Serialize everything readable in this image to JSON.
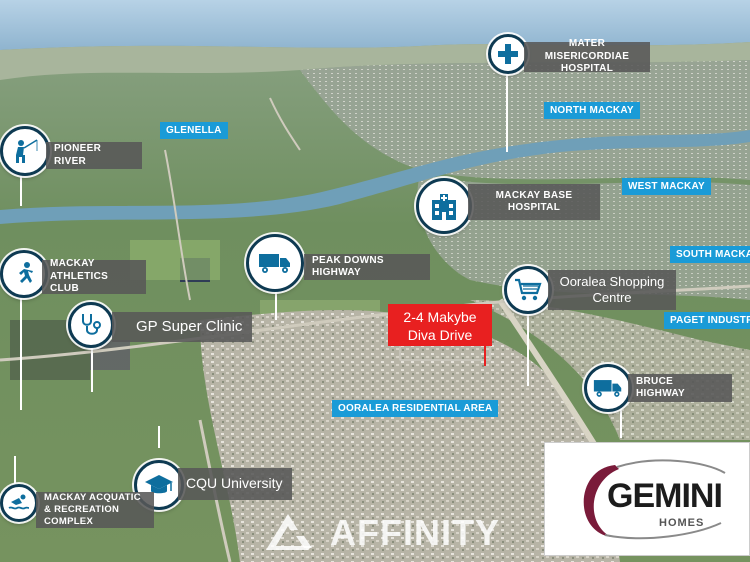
{
  "points_of_interest": [
    {
      "id": "mater",
      "label": "MATER MISERICORDIAE HOSPITAL",
      "icon": "hospital-cross-icon"
    },
    {
      "id": "pioneer",
      "label": "PIONEER RIVER",
      "icon": "fishing-person-icon"
    },
    {
      "id": "base",
      "label": "MACKAY  BASE HOSPITAL",
      "icon": "hospital-building-icon"
    },
    {
      "id": "athletics",
      "label": "MACKAY  ATHLETICS CLUB",
      "icon": "running-person-icon"
    },
    {
      "id": "peakdowns",
      "label": "PEAK DOWNS HIGHWAY",
      "icon": "truck-icon"
    },
    {
      "id": "ooralea",
      "label": "Ooralea Shopping Centre",
      "icon": "shopping-cart-icon"
    },
    {
      "id": "gp",
      "label": "GP Super Clinic",
      "icon": "stethoscope-icon"
    },
    {
      "id": "bruce",
      "label": "BRUCE HIGHWAY",
      "icon": "truck-icon"
    },
    {
      "id": "cqu",
      "label": "CQU University",
      "icon": "graduation-cap-icon"
    },
    {
      "id": "aquatic",
      "label": "MACKAY  ACQUATIC & RECREATION COMPLEX",
      "icon": "swimmer-icon"
    }
  ],
  "area_labels": [
    {
      "id": "glenella",
      "label": "GLENELLA"
    },
    {
      "id": "north",
      "label": "NORTH MACKAY"
    },
    {
      "id": "west",
      "label": "WEST MACKAY"
    },
    {
      "id": "south",
      "label": "SOUTH MACKAY"
    },
    {
      "id": "paget",
      "label": "PAGET INDUSTRI"
    },
    {
      "id": "residential",
      "label": "OORALEA RESIDENTIAL AREA"
    }
  ],
  "site_marker": {
    "label": "2-4 Makybe Diva Drive",
    "color": "#e82020"
  },
  "logo": {
    "word": "GEMINI",
    "sub": "HOMES",
    "accent": "#7a1b3a"
  },
  "watermark": {
    "text": "AFFINITY"
  },
  "colors": {
    "blue": "#1a9bd7",
    "grey": "#585858",
    "ring": "#0e3a52",
    "sea": "#8fb9d8"
  }
}
